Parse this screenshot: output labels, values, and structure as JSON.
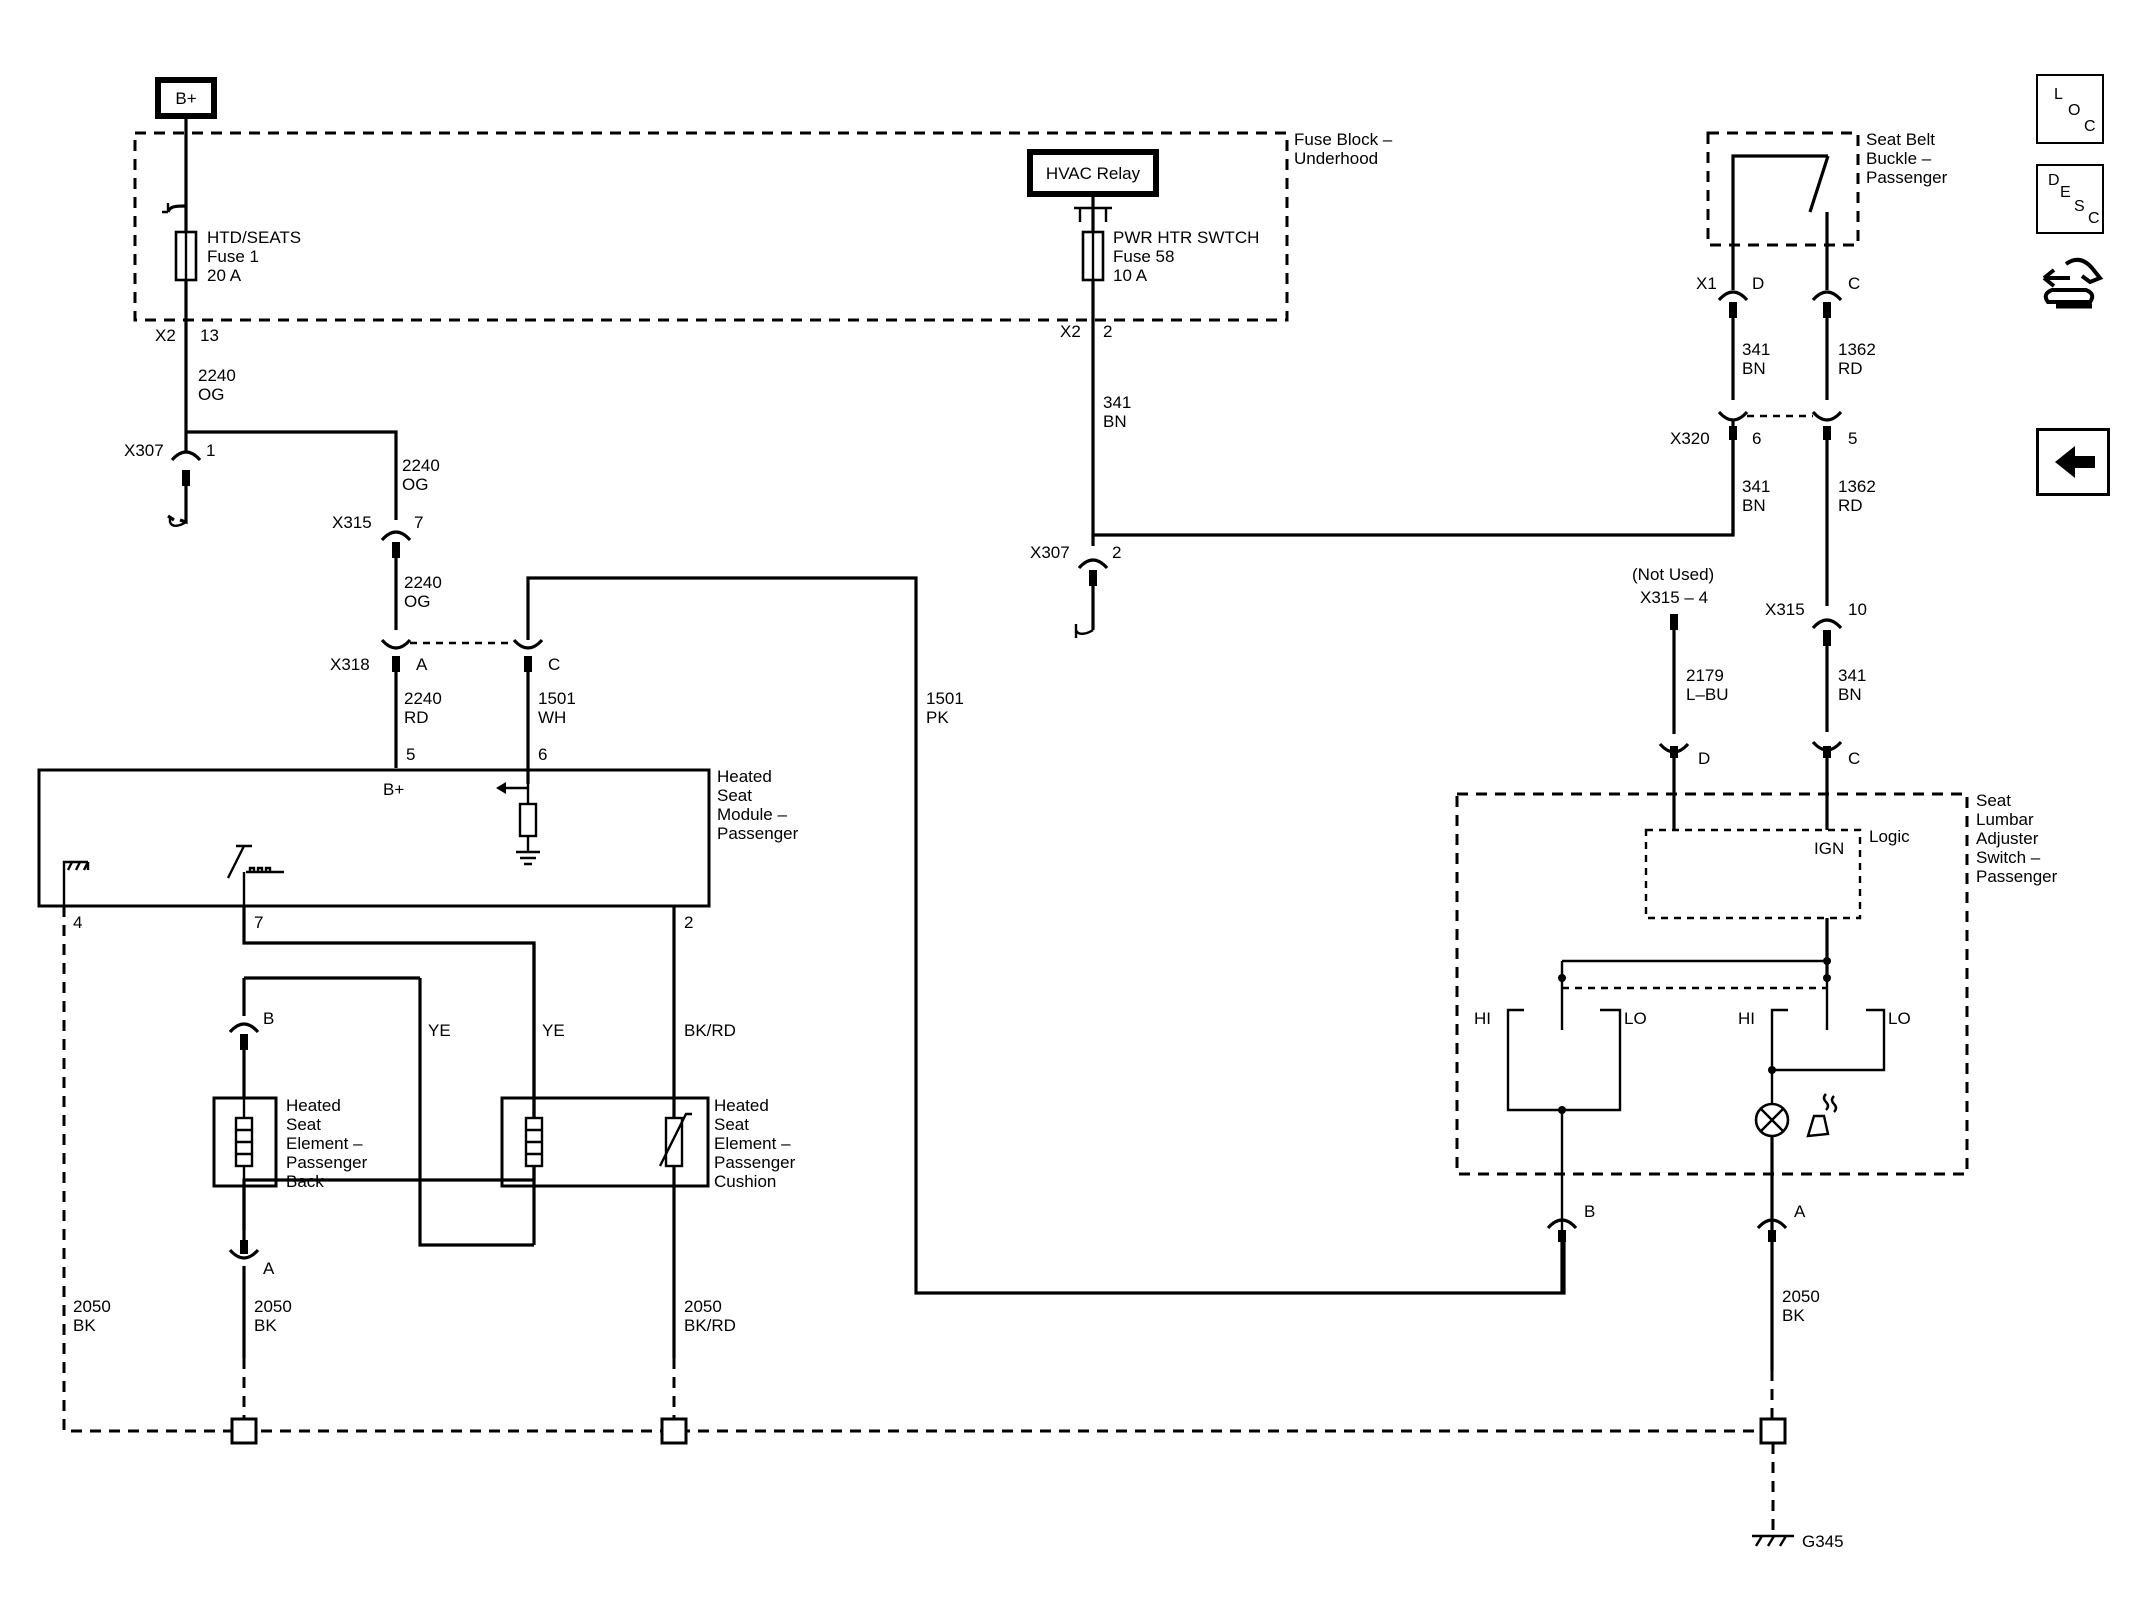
{
  "labels": {
    "bplus_top": "B+",
    "fuse_block": "Fuse Block –",
    "fuse_block_2": "Underhood",
    "hvac_relay": "HVAC Relay",
    "fuse1_name": "HTD/SEATS",
    "fuse1_num": "Fuse 1",
    "fuse1_amp": "20 A",
    "fuse58_name": "PWR HTR SWTCH",
    "fuse58_num": "Fuse 58",
    "fuse58_amp": "10 A",
    "x2_a": "X2",
    "x2_a_pin": "13",
    "x2_b": "X2",
    "x2_b_pin": "2",
    "w_2240_a": "2240",
    "w_og_a": "OG",
    "x307_a": "X307",
    "x307_a_pin": "1",
    "w_2240_b": "2240",
    "w_og_b": "OG",
    "x315_a": "X315",
    "x315_a_pin": "7",
    "w_2240_c": "2240",
    "w_og_c": "OG",
    "x318": "X318",
    "x318_a": "A",
    "x318_c": "C",
    "w_2240_d": "2240",
    "w_rd_d": "RD",
    "w_1501_a": "1501",
    "w_wh": "WH",
    "w_1501_b": "1501",
    "w_pk": "PK",
    "pin5": "5",
    "pin6": "6",
    "bplus_mod": "B+",
    "hsm_1": "Heated",
    "hsm_2": "Seat",
    "hsm_3": "Module –",
    "hsm_4": "Passenger",
    "pin4": "4",
    "pin7": "7",
    "pin2": "2",
    "ye_a": "YE",
    "ye_b": "YE",
    "bkrd_a": "BK/RD",
    "conn_b": "B",
    "conn_a": "A",
    "hse_back_1": "Heated",
    "hse_back_2": "Seat",
    "hse_back_3": "Element –",
    "hse_back_4": "Passenger",
    "hse_back_5": "Back",
    "hse_cush_1": "Heated",
    "hse_cush_2": "Seat",
    "hse_cush_3": "Element –",
    "hse_cush_4": "Passenger",
    "hse_cush_5": "Cushion",
    "w_2050_a": "2050",
    "w_bk_a": "BK",
    "w_2050_b": "2050",
    "w_bk_b": "BK",
    "w_2050_c": "2050",
    "w_bkrd_c": "BK/RD",
    "w_341_a": "341",
    "w_bn_a": "BN",
    "x307_b": "X307",
    "x307_b_pin": "2",
    "sbb_1": "Seat Belt",
    "sbb_2": "Buckle –",
    "sbb_3": "Passenger",
    "x1": "X1",
    "x1_d": "D",
    "x1_c": "C",
    "w_341_b": "341",
    "w_bn_b": "BN",
    "w_1362_a": "1362",
    "w_rd_a": "RD",
    "x320": "X320",
    "x320_6": "6",
    "x320_5": "5",
    "w_341_c": "341",
    "w_bn_c": "BN",
    "w_1362_b": "1362",
    "w_rd_b": "RD",
    "not_used": "(Not Used)",
    "x315_4": "X315 – 4",
    "x315_b": "X315",
    "x315_b_pin": "10",
    "w_2179": "2179",
    "w_lbu": "L–BU",
    "w_341_d": "341",
    "w_bn_d": "BN",
    "sl_d": "D",
    "sl_c": "C",
    "sla_1": "Seat",
    "sla_2": "Lumbar",
    "sla_3": "Adjuster",
    "sla_4": "Switch –",
    "sla_5": "Passenger",
    "logic": "Logic",
    "ign": "IGN",
    "hi_a": "HI",
    "lo_a": "LO",
    "hi_b": "HI",
    "lo_b": "LO",
    "sl_b_pin": "B",
    "sl_a_pin": "A",
    "w_2050_d": "2050",
    "w_bk_d": "BK",
    "g345": "G345"
  },
  "nav": {
    "loc_l": "L",
    "loc_o": "O",
    "loc_c": "C",
    "desc_d": "D",
    "desc_e": "E",
    "desc_s": "S",
    "desc_c": "C",
    "icon_back": "arrow-left-icon",
    "icon_connector": "connector-icon"
  }
}
